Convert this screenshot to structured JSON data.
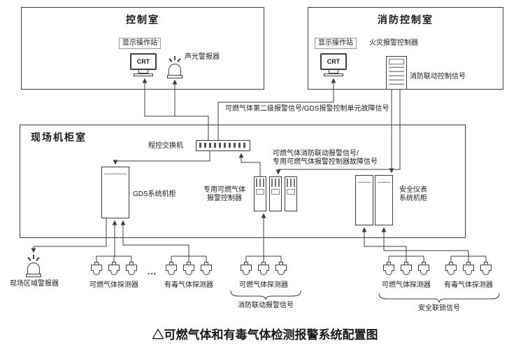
{
  "caption": "△可燃气体和有毒气体检测报警系统配置图",
  "control_room": {
    "title": "控制室",
    "station": "显示操作站",
    "crt": "CRT",
    "siren_label": "声光警报器"
  },
  "fire_control_room": {
    "title": "消防控制室",
    "station": "显示操作站",
    "crt": "CRT",
    "panel_label": "火灾报警控制器",
    "linkage_signal": "消防联动控制信号"
  },
  "cabinet_room": {
    "title": "现场机柜室",
    "switch_label": "程控交换机",
    "gds_label": "GDS系统机柜",
    "dedicated_label_1": "专用可燃气体",
    "dedicated_label_2": "报警控制器",
    "sis_label_1": "安全仪表",
    "sis_label_2": "系统机柜"
  },
  "signals": {
    "second_level": "可燃气体第二级报警信号/GDS报警控制单元故障信号",
    "linkage_1": "可燃气体消防联动报警信号/",
    "linkage_2": "专用可燃气体报警控制器故障信号",
    "fire_linkage_group": "消防联动报警信号",
    "safety_interlock_group": "安全联锁信号"
  },
  "field": {
    "area_alarm": "现场区域警报器",
    "group1": "可燃气体探测器",
    "group2": "有毒气体探测器",
    "group3": "可燃气体探测器",
    "group4": "可燃气体探测器",
    "group5": "有毒气体探测器",
    "ellipsis": "..."
  },
  "colors": {
    "line": "#3f3f3f",
    "text": "#1a1a1a",
    "background": "#ffffff"
  }
}
